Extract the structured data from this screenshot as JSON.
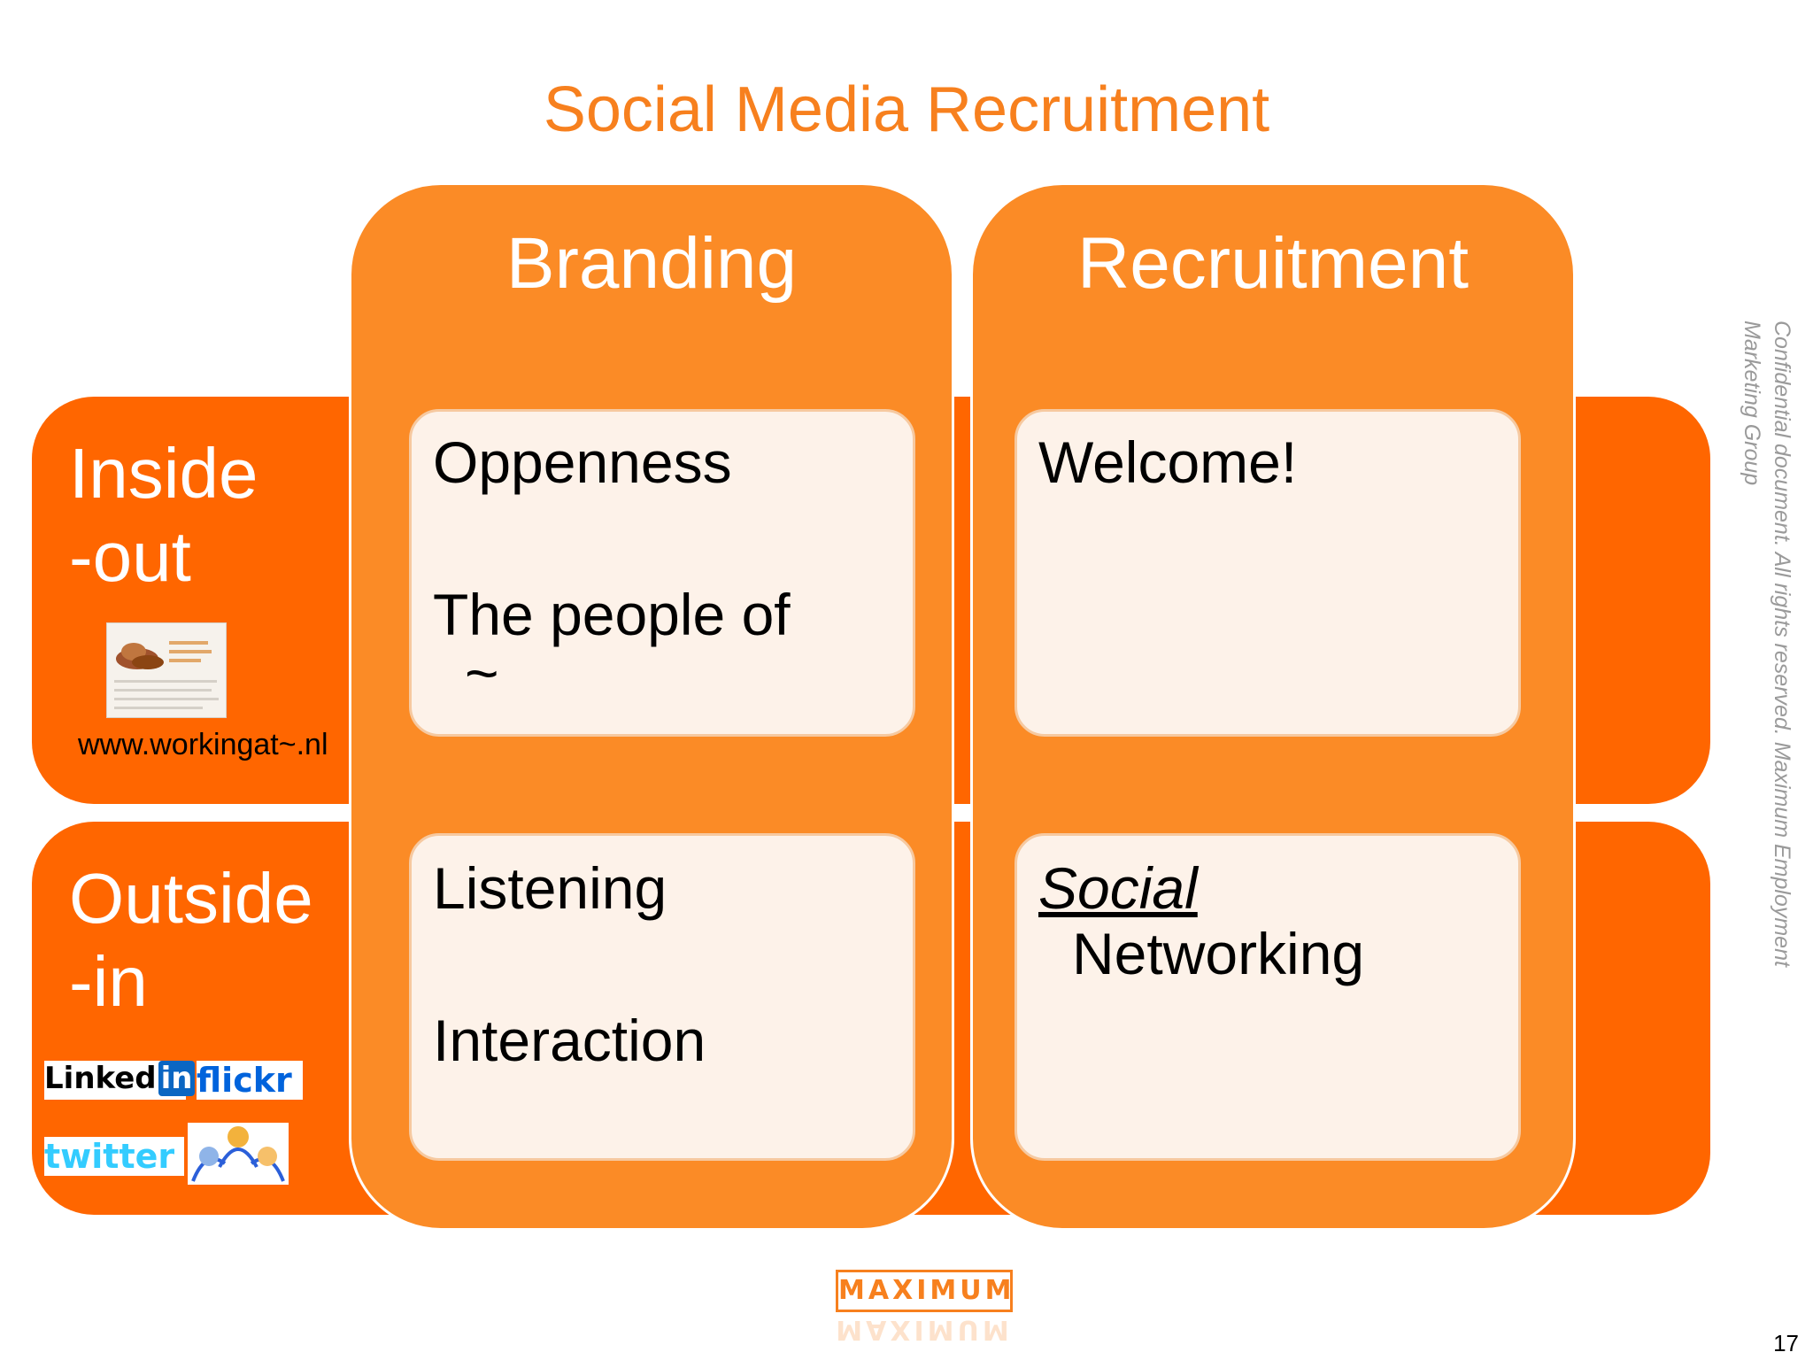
{
  "title": "Social Media Recruitment",
  "columns": {
    "branding": "Branding",
    "recruitment": "Recruitment"
  },
  "rows": {
    "inside": [
      "Inside",
      "-out"
    ],
    "outside": [
      "Outside",
      "-in"
    ]
  },
  "cells": {
    "inside_branding": [
      "Oppenness",
      "The people of",
      "~"
    ],
    "inside_recruitment": [
      "Welcome!"
    ],
    "outside_branding": [
      "Listening",
      "Interaction"
    ],
    "outside_recruitment": [
      "Social",
      "Networking"
    ]
  },
  "url": "www.workingat~.nl",
  "logos": {
    "linkedin": "Linked",
    "linkedin_box": "in",
    "flickr": "flickr",
    "twitter": "twitter"
  },
  "side_note": [
    "Confidential document. All rights reserved. Maximum Employment",
    "Marketing Group"
  ],
  "brand": "MAXIMUM",
  "page_number": "17",
  "colors": {
    "title": "#f7801e",
    "row_band": "#ff6600",
    "column": "#fb8b26",
    "cell": "#fdf2e9"
  }
}
